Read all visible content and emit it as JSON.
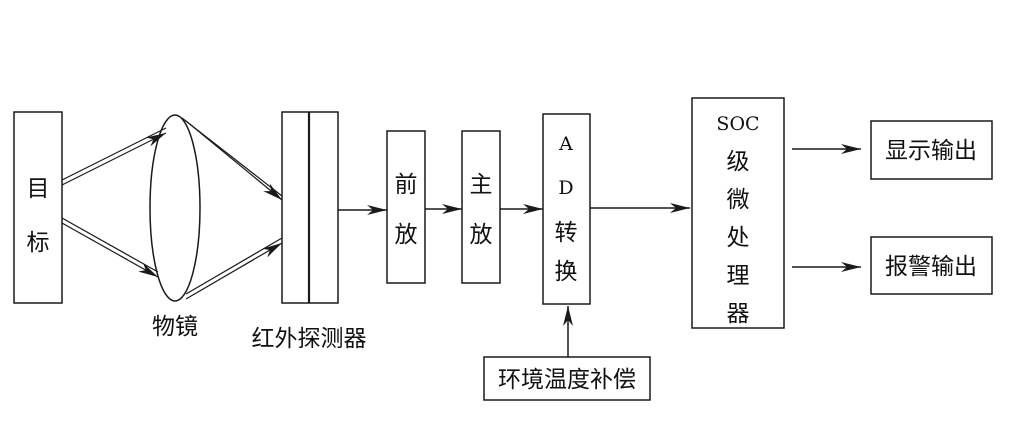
{
  "nodes": {
    "target": [
      "目",
      "标"
    ],
    "lens": "物镜",
    "detector": "红外探测器",
    "preamp": [
      "前",
      "放"
    ],
    "mainamp": [
      "主",
      "放"
    ],
    "adc": [
      "A",
      "D",
      "转",
      "换"
    ],
    "soc": [
      "SOC",
      "级",
      "微",
      "处",
      "理",
      "器"
    ],
    "display_out": "显示输出",
    "alarm_out": "报警输出",
    "temp_comp": "环境温度补偿"
  },
  "colors": {
    "line": "#1a1a1a",
    "text": "#111111",
    "background": "#ffffff"
  }
}
